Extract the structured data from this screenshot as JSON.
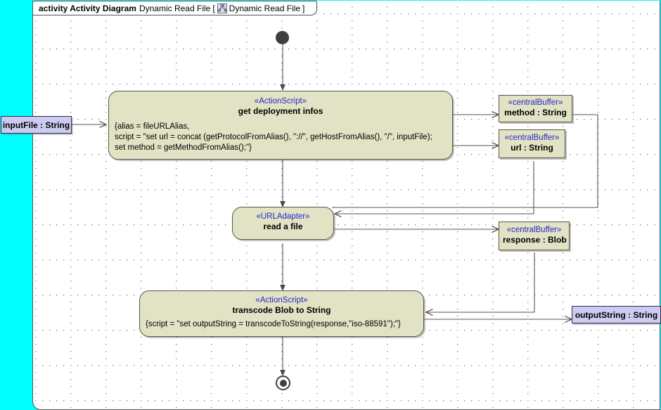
{
  "canvas": {
    "outer_background": "#00ffff",
    "canvas_background": "#ffffff",
    "node_fill": "#e2e2c4",
    "pin_fill": "#ccccf2",
    "stereotype_color": "#2828c8",
    "edge_color": "#555555"
  },
  "frame": {
    "kind_label": "activity Activity Diagram",
    "diagram_name": "Dynamic Read File",
    "bracket_open": "[",
    "bracket_close": "]",
    "qualified_name": "Dynamic Read File",
    "icon": "activity-diagram-icon"
  },
  "nodes": {
    "initial": {
      "name": "initial-node"
    },
    "final": {
      "name": "activity-final-node"
    },
    "get_deployment_infos": {
      "stereotype": "«ActionScript»",
      "title": "get deployment infos",
      "body_lines": [
        "{alias = fileURLAlias,",
        "script = \"set url = concat (getProtocolFromAlias(), \"://\", getHostFromAlias(), \"/\", inputFile);",
        "set method = getMethodFromAlias();\"}"
      ]
    },
    "read_a_file": {
      "stereotype": "«URLAdapter»",
      "title": "read a file"
    },
    "transcode_blob": {
      "stereotype": "«ActionScript»",
      "title": "transcode Blob to String",
      "body_lines": [
        "{script = \"set outputString = transcodeToString(response,\"iso-88591\");\"}"
      ]
    },
    "buffer_method": {
      "stereotype": "«centralBuffer»",
      "title": "method : String"
    },
    "buffer_url": {
      "stereotype": "«centralBuffer»",
      "title": "url : String"
    },
    "buffer_response": {
      "stereotype": "«centralBuffer»",
      "title": "response : Blob"
    }
  },
  "pins": {
    "input_file": {
      "label": "inputFile : String"
    },
    "output_string": {
      "label": "outputString : String"
    }
  }
}
